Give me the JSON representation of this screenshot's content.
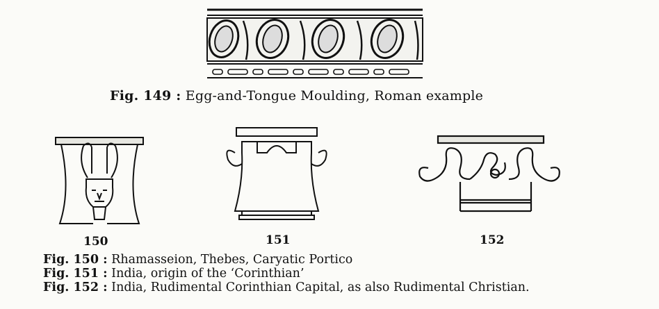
{
  "fig149": {
    "caption_prefix": "Fig. 149 :",
    "caption_text": "Egg-and-Tongue Moulding, Roman example"
  },
  "fig150": {
    "number": "150",
    "caption_prefix": "Fig. 150 :",
    "caption_text": "Rhamasseion, Thebes, Caryatic Portico"
  },
  "fig151": {
    "number": "151",
    "caption_prefix": "Fig. 151 :",
    "caption_text": "India, origin of the ‘Corinthian’"
  },
  "fig152": {
    "number": "152",
    "caption_prefix": "Fig. 152 :",
    "caption_text": "India, Rudimental Corinthian Capital, as also Rudimental Christian."
  }
}
